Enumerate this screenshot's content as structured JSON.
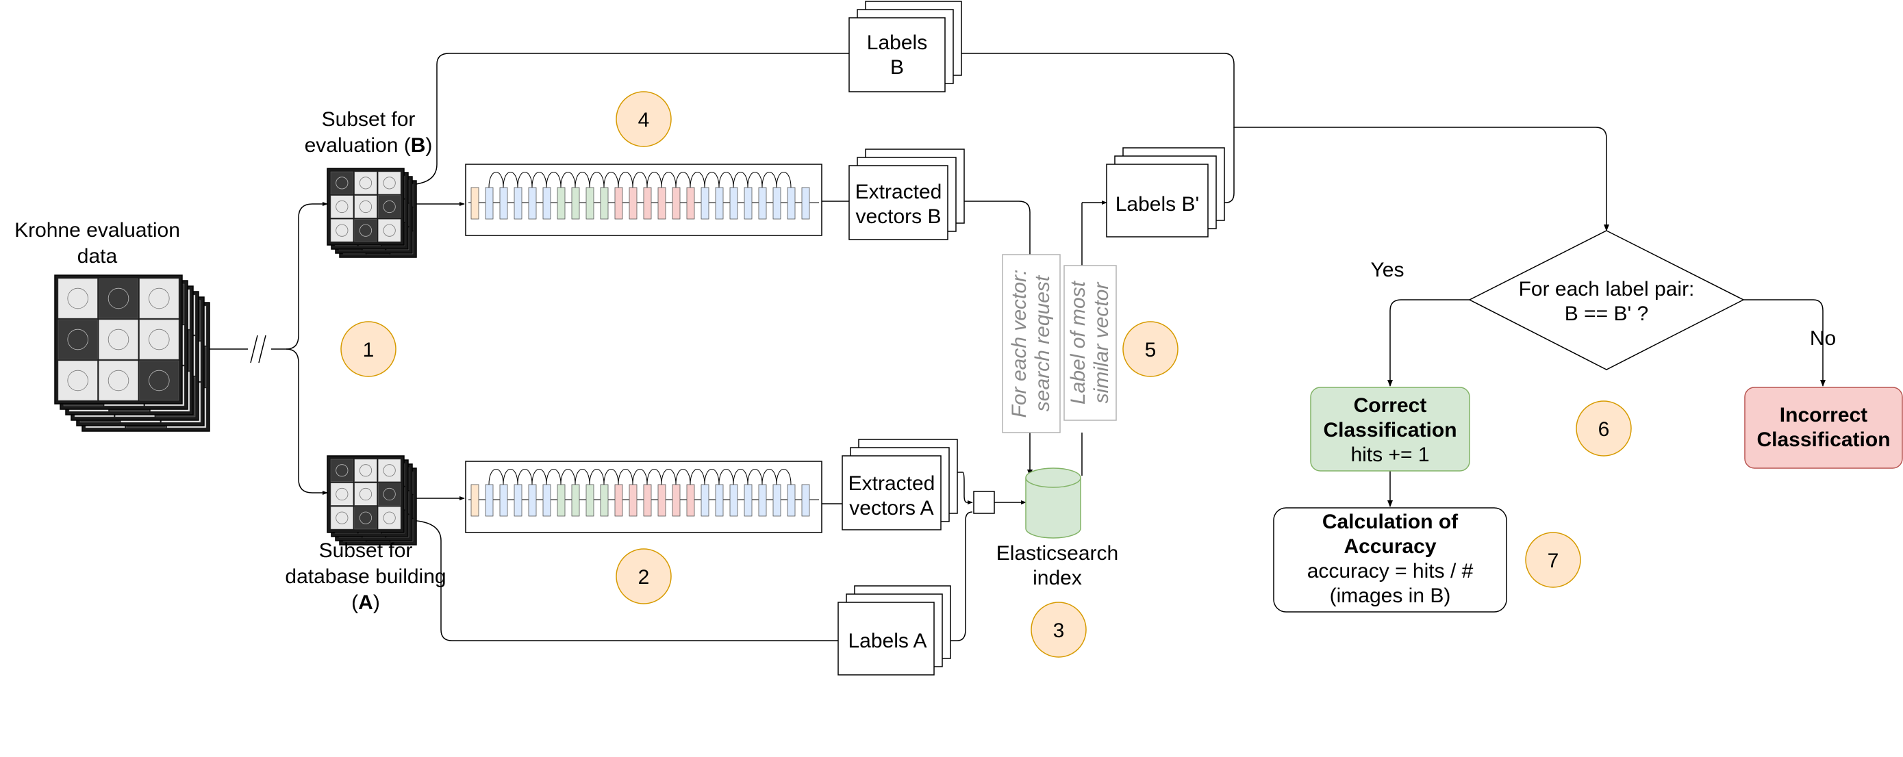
{
  "labels": {
    "krohne_line1": "Krohne evaluation",
    "krohne_line2": "data",
    "subset_eval_line1": "Subset for",
    "subset_eval_line2": "evaluation (",
    "subset_eval_bold": "B",
    "subset_eval_close": ")",
    "subset_db_line1": "Subset for",
    "subset_db_line2": "database building",
    "subset_db_open": "(",
    "subset_db_bold": "A",
    "subset_db_close": ")",
    "labels_b_line1": "Labels",
    "labels_b_line2": "B",
    "extracted_b_line1": "Extracted",
    "extracted_b_line2": "vectors B",
    "extracted_a_line1": "Extracted",
    "extracted_a_line2": "vectors A",
    "labels_a": "Labels A",
    "labels_b_prime": "Labels B'",
    "search_request_line1": "For each vector:",
    "search_request_line2": "search request",
    "most_similar_line1": "Label of most",
    "most_similar_line2": "similar vector",
    "elasticsearch_line1": "Elasticsearch",
    "elasticsearch_line2": "index",
    "decision_line1": "For each label pair:",
    "decision_line2": "B == B' ?",
    "yes": "Yes",
    "no": "No",
    "correct_line1": "Correct",
    "correct_line2": "Classification",
    "correct_line3": "hits += 1",
    "incorrect_line1": "Incorrect",
    "incorrect_line2": "Classification",
    "accuracy_line1": "Calculation of",
    "accuracy_line2": "Accuracy",
    "accuracy_line3": "accuracy = hits / #",
    "accuracy_line4": "(images in B)"
  },
  "steps": [
    "1",
    "2",
    "3",
    "4",
    "5",
    "6",
    "7"
  ],
  "colors": {
    "step_circle_fill": "#ffe6cc",
    "step_circle_stroke": "#d79b00",
    "elasticsearch_fill": "#d5e8d4",
    "elasticsearch_stroke": "#82b366",
    "correct_fill": "#d5e8d4",
    "correct_stroke": "#82b366",
    "incorrect_fill": "#f8cecc",
    "incorrect_stroke": "#b85450",
    "vertical_label_text": "#8a8a8a",
    "network_blue": "#dae8fc",
    "network_green": "#d5e8d4",
    "network_red": "#f8cecc",
    "network_orange": "#ffe6cc"
  },
  "network": {
    "block_colors": [
      "orange",
      "blue",
      "blue",
      "blue",
      "blue",
      "blue",
      "green",
      "green",
      "green",
      "green",
      "red",
      "red",
      "red",
      "red",
      "red",
      "red",
      "blue",
      "blue",
      "blue",
      "blue",
      "blue",
      "blue",
      "blue",
      "blue"
    ]
  }
}
